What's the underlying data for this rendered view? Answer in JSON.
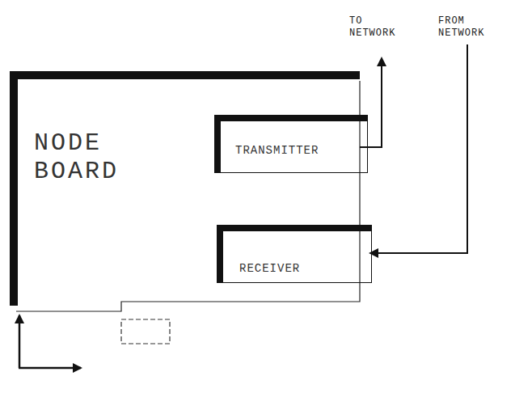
{
  "diagram": {
    "nodes": [
      {
        "text": [
          "NODE BOARD"
        ]
      },
      {
        "text": [
          "TRANSMITTER"
        ],
        "in": 0
      },
      {
        "text": [
          "RECEIVER"
        ],
        "in": 0
      }
    ],
    "labels": [
      "TO NETWORK",
      "FROM NETWORK"
    ]
  }
}
